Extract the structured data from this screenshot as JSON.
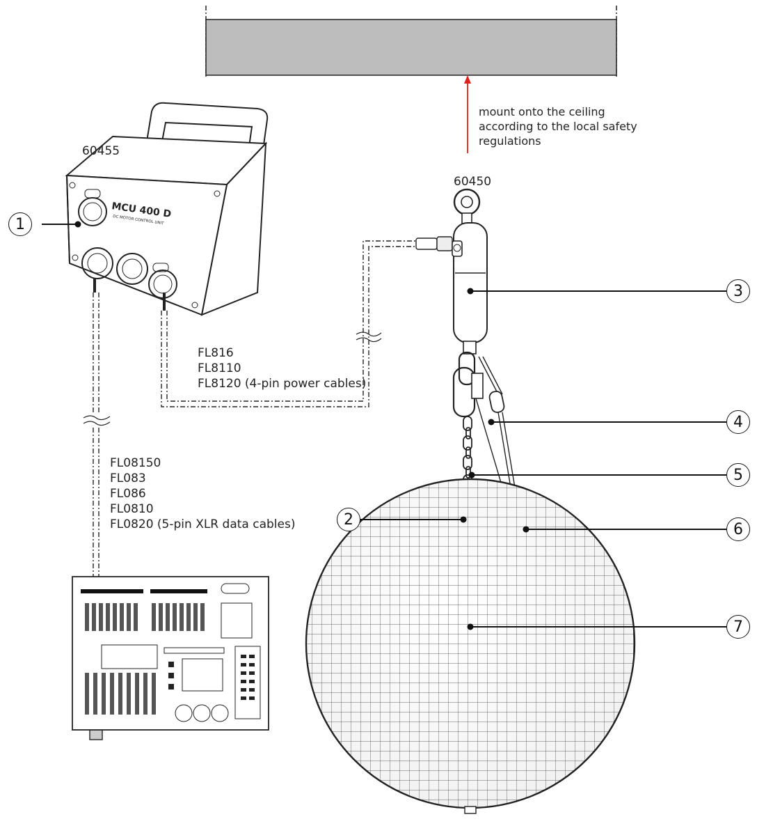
{
  "device_labels": {
    "control_unit_code": "60455",
    "motor_code": "60450"
  },
  "ceiling_note": "mount onto the ceiling according to the local safety regulations",
  "power_cables": [
    "FL816",
    "FL8110",
    "FL8120 (4-pin power cables)"
  ],
  "data_cables": [
    "FL08150",
    "FL083",
    "FL086",
    "FL0810",
    "FL0820 (5-pin XLR data cables)"
  ],
  "callouts": [
    "1",
    "2",
    "3",
    "4",
    "5",
    "6",
    "7"
  ],
  "unit_panel": {
    "brand": "MCU 400 D",
    "subtitle": "DC MOTOR CONTROL UNIT"
  },
  "colors": {
    "arrow": "#e0201c",
    "ceiling": "#bdbdbd",
    "ink": "#222222"
  }
}
